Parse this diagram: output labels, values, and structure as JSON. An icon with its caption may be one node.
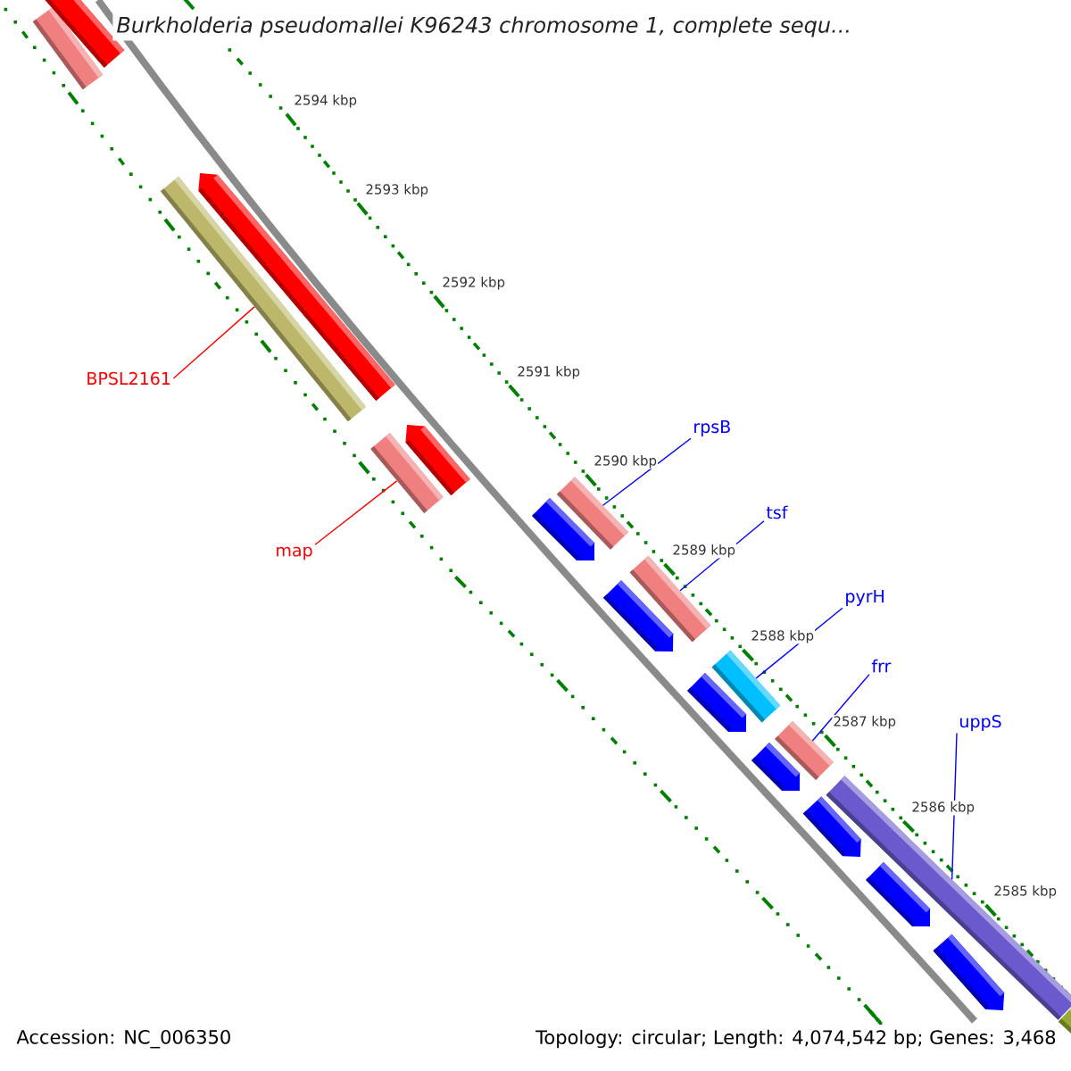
{
  "diagram": {
    "title": "Burkholderia pseudomallei K96243 chromosome 1, complete sequ...",
    "nodes": [
      {
        "text": [],
        "shape": "bar"
      },
      {
        "text": [],
        "shape": "bar"
      },
      {
        "text": [],
        "shape": "bar"
      },
      {
        "text": [],
        "shape": "bar"
      },
      {
        "text": [
          "BPSL2161"
        ]
      },
      {
        "text": [],
        "shape": "bar"
      },
      {
        "text": [],
        "shape": "bar"
      },
      {
        "text": [
          "map"
        ]
      },
      {
        "text": [
          "rpsB"
        ]
      },
      {
        "text": [],
        "shape": "bar"
      },
      {
        "text": [],
        "shape": "bar"
      },
      {
        "text": [
          "tsf"
        ]
      },
      {
        "text": [],
        "shape": "bar"
      },
      {
        "text": [],
        "shape": "bar"
      },
      {
        "text": [
          "pyrH"
        ]
      },
      {
        "text": [],
        "shape": "bar"
      },
      {
        "text": [],
        "shape": "bar"
      },
      {
        "text": [
          "frr"
        ]
      },
      {
        "text": [],
        "shape": "bar"
      },
      {
        "text": [],
        "shape": "bar"
      },
      {
        "text": [
          "uppS"
        ]
      },
      {
        "text": [],
        "shape": "bar"
      },
      {
        "text": [],
        "shape": "bar"
      },
      {
        "text": [],
        "shape": "bar"
      },
      {
        "text": [],
        "shape": "bar"
      },
      {
        "text": [],
        "shape": "bar"
      }
    ],
    "edges": [
      {
        "from": 4,
        "to": 2,
        "arrow": "none",
        "color": "#ff0000"
      },
      {
        "from": 7,
        "to": 6,
        "arrow": "none",
        "color": "#ff0000"
      },
      {
        "from": 8,
        "to": 9,
        "arrow": "none"
      },
      {
        "from": 11,
        "to": 12,
        "arrow": "none"
      },
      {
        "from": 14,
        "to": 15,
        "arrow": "none"
      },
      {
        "from": 17,
        "to": 18,
        "arrow": "none"
      },
      {
        "from": 20,
        "to": 21,
        "arrow": "none"
      }
    ],
    "labels": [
      "2594 kbp",
      "2593 kbp",
      "2592 kbp",
      "2591 kbp",
      "2590 kbp",
      "2589 kbp",
      "2588 kbp",
      "2587 kbp",
      "2586 kbp",
      "2585 kbp",
      "Accession: NC_006350",
      "Topology: circular; Length: 4,074,542 bp; Genes: 3,468"
    ]
  }
}
